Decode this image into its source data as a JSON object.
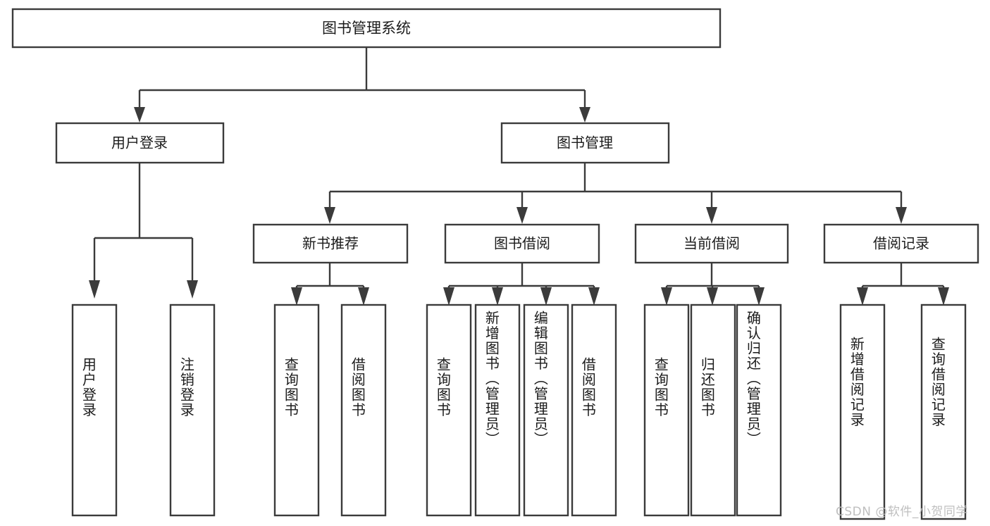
{
  "diagram": {
    "type": "tree-hierarchy",
    "title": "图书管理系统",
    "orientation": "top-down",
    "root": {
      "id": "root",
      "label": "图书管理系统"
    },
    "level2": [
      {
        "id": "user-login",
        "label": "用户登录"
      },
      {
        "id": "book-manage",
        "label": "图书管理"
      }
    ],
    "level3": [
      {
        "id": "new-book-rec",
        "label": "新书推荐",
        "parent": "book-manage"
      },
      {
        "id": "book-borrow",
        "label": "图书借阅",
        "parent": "book-manage"
      },
      {
        "id": "current-borrow",
        "label": "当前借阅",
        "parent": "book-manage"
      },
      {
        "id": "borrow-record",
        "label": "借阅记录",
        "parent": "book-manage"
      }
    ],
    "leaves": {
      "user-login": [
        {
          "id": "leaf-user-login",
          "label": "用户登录"
        },
        {
          "id": "leaf-logout",
          "label": "注销登录"
        }
      ],
      "new-book-rec": [
        {
          "id": "leaf-query-book-1",
          "label": "查询图书"
        },
        {
          "id": "leaf-borrow-book-1",
          "label": "借阅图书"
        }
      ],
      "book-borrow": [
        {
          "id": "leaf-query-book-2",
          "label": "查询图书"
        },
        {
          "id": "leaf-add-book",
          "label": "新增图书（管理员）"
        },
        {
          "id": "leaf-edit-book",
          "label": "编辑图书（管理员）"
        },
        {
          "id": "leaf-borrow-book-2",
          "label": "借阅图书"
        }
      ],
      "current-borrow": [
        {
          "id": "leaf-query-book-3",
          "label": "查询图书"
        },
        {
          "id": "leaf-return-book",
          "label": "归还图书"
        },
        {
          "id": "leaf-confirm-return",
          "label": "确认归还（管理员）"
        }
      ],
      "borrow-record": [
        {
          "id": "leaf-add-record",
          "label": "新增借阅记录"
        },
        {
          "id": "leaf-query-record",
          "label": "查询借阅记录"
        }
      ]
    },
    "colors": {
      "stroke": "#3b3b3b",
      "fill": "#ffffff",
      "text": "#1b1b1b",
      "watermark": "#bfbfbf",
      "background": "#ffffff"
    }
  },
  "watermark": {
    "text": "CSDN @软件_小贺同学"
  }
}
